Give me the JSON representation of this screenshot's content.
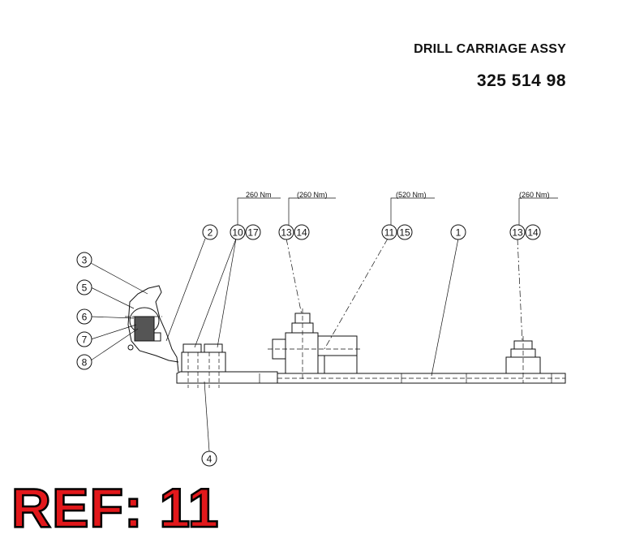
{
  "header": {
    "title": "DRILL CARRIAGE ASSY",
    "part_number": "325 514 98"
  },
  "reference": "REF: 11",
  "torque_labels": [
    "260 Nm",
    "(260 Nm)",
    "(520 Nm)",
    "(260 Nm)"
  ],
  "callouts": {
    "c1": "1",
    "c2": "2",
    "c3": "3",
    "c4": "4",
    "c5": "5",
    "c6": "6",
    "c7": "7",
    "c8": "8",
    "c10": "10",
    "c17": "17",
    "c13a": "13",
    "c14a": "14",
    "c11": "11",
    "c15": "15",
    "c13b": "13",
    "c14b": "14"
  },
  "colors": {
    "ref_fill": "#e2181b",
    "ref_outline": "#000000",
    "line": "#111111"
  }
}
